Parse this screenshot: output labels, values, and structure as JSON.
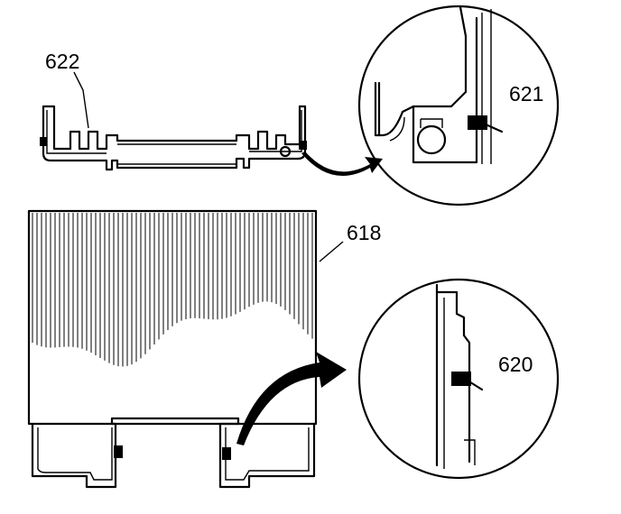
{
  "callouts": {
    "bracket": "622",
    "bracket_detail": "621",
    "fin_pack": "618",
    "fin_pack_detail": "620"
  },
  "colors": {
    "ink": "#000000",
    "paper": "#ffffff"
  },
  "icons": [
    "curved-arrow-icon",
    "magnifier-circle-icon"
  ]
}
